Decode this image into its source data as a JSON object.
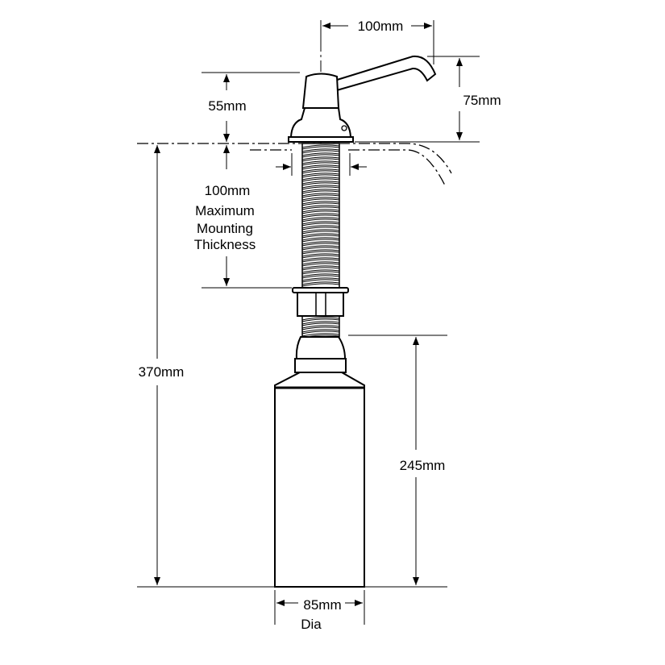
{
  "dimensions": {
    "spout_reach": "100mm",
    "head_height": "55mm",
    "spout_height": "75mm",
    "mounting_thickness": "100mm",
    "mounting_label_1": "Maximum",
    "mounting_label_2": "Mounting",
    "mounting_label_3": "Thickness",
    "overall_length": "370mm",
    "bottle_height": "245mm",
    "bottle_diameter": "85mm",
    "diameter_label": "Dia"
  }
}
